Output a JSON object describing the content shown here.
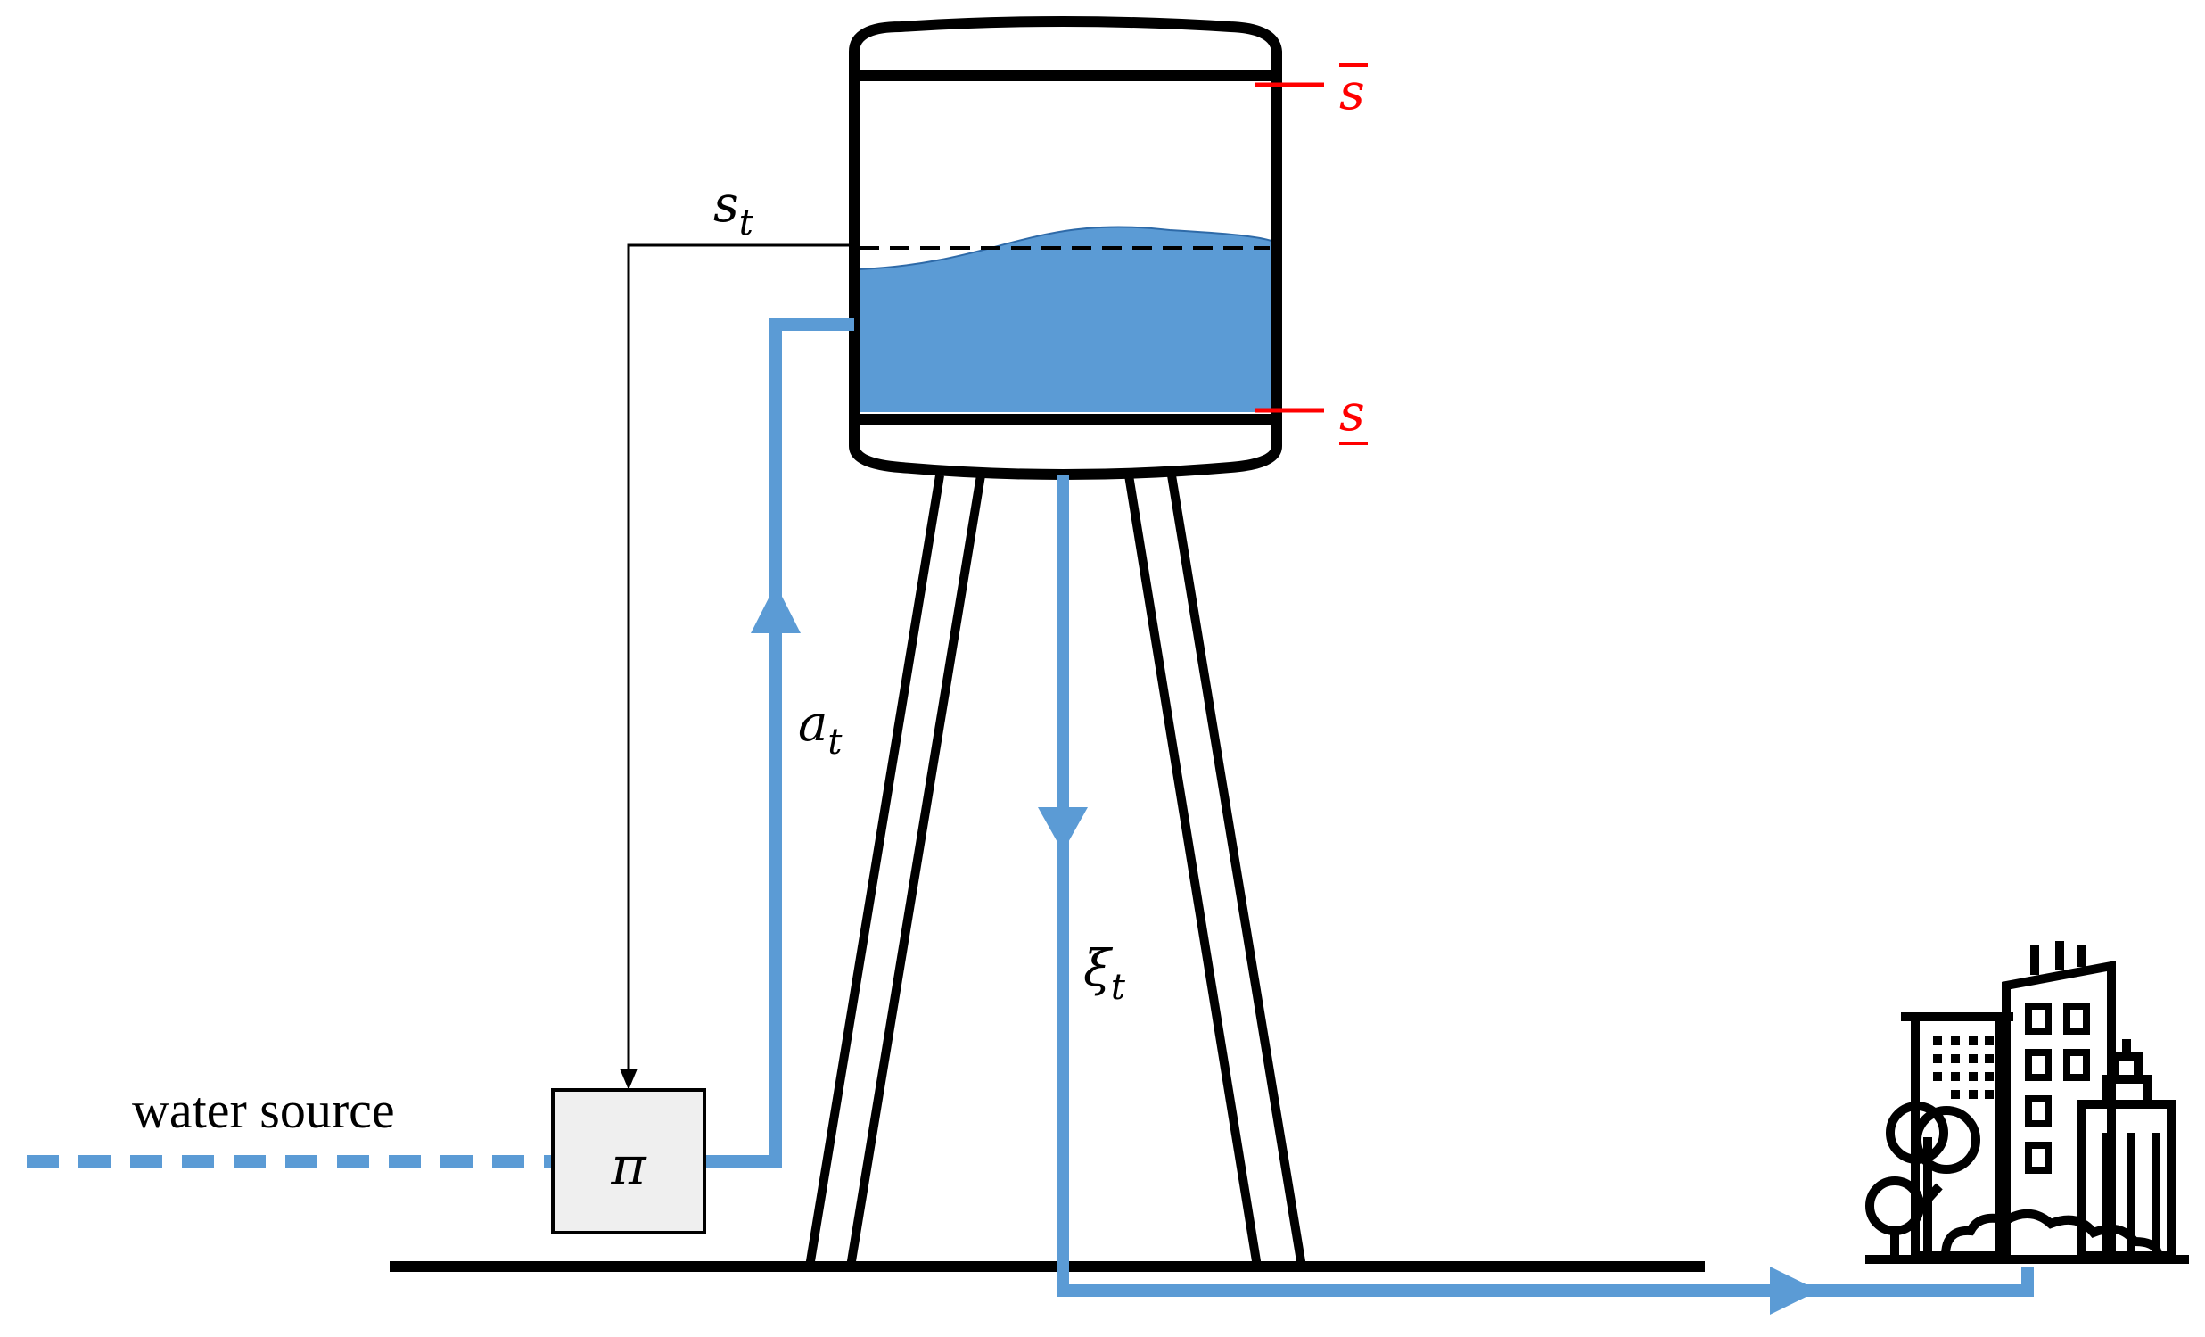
{
  "labels": {
    "water_source": "water source",
    "policy": "π",
    "state_symbol": "s",
    "state_sub": "t",
    "action_symbol": "a",
    "action_sub": "t",
    "demand_symbol": "ξ",
    "demand_sub": "t",
    "upper_bound_symbol": "s",
    "lower_bound_symbol": "s"
  },
  "colors": {
    "water": "#5b9bd5",
    "outline": "#000000",
    "bounds": "#ff0000",
    "policy_box": "#efefef"
  },
  "icons": [
    "city-icon"
  ]
}
